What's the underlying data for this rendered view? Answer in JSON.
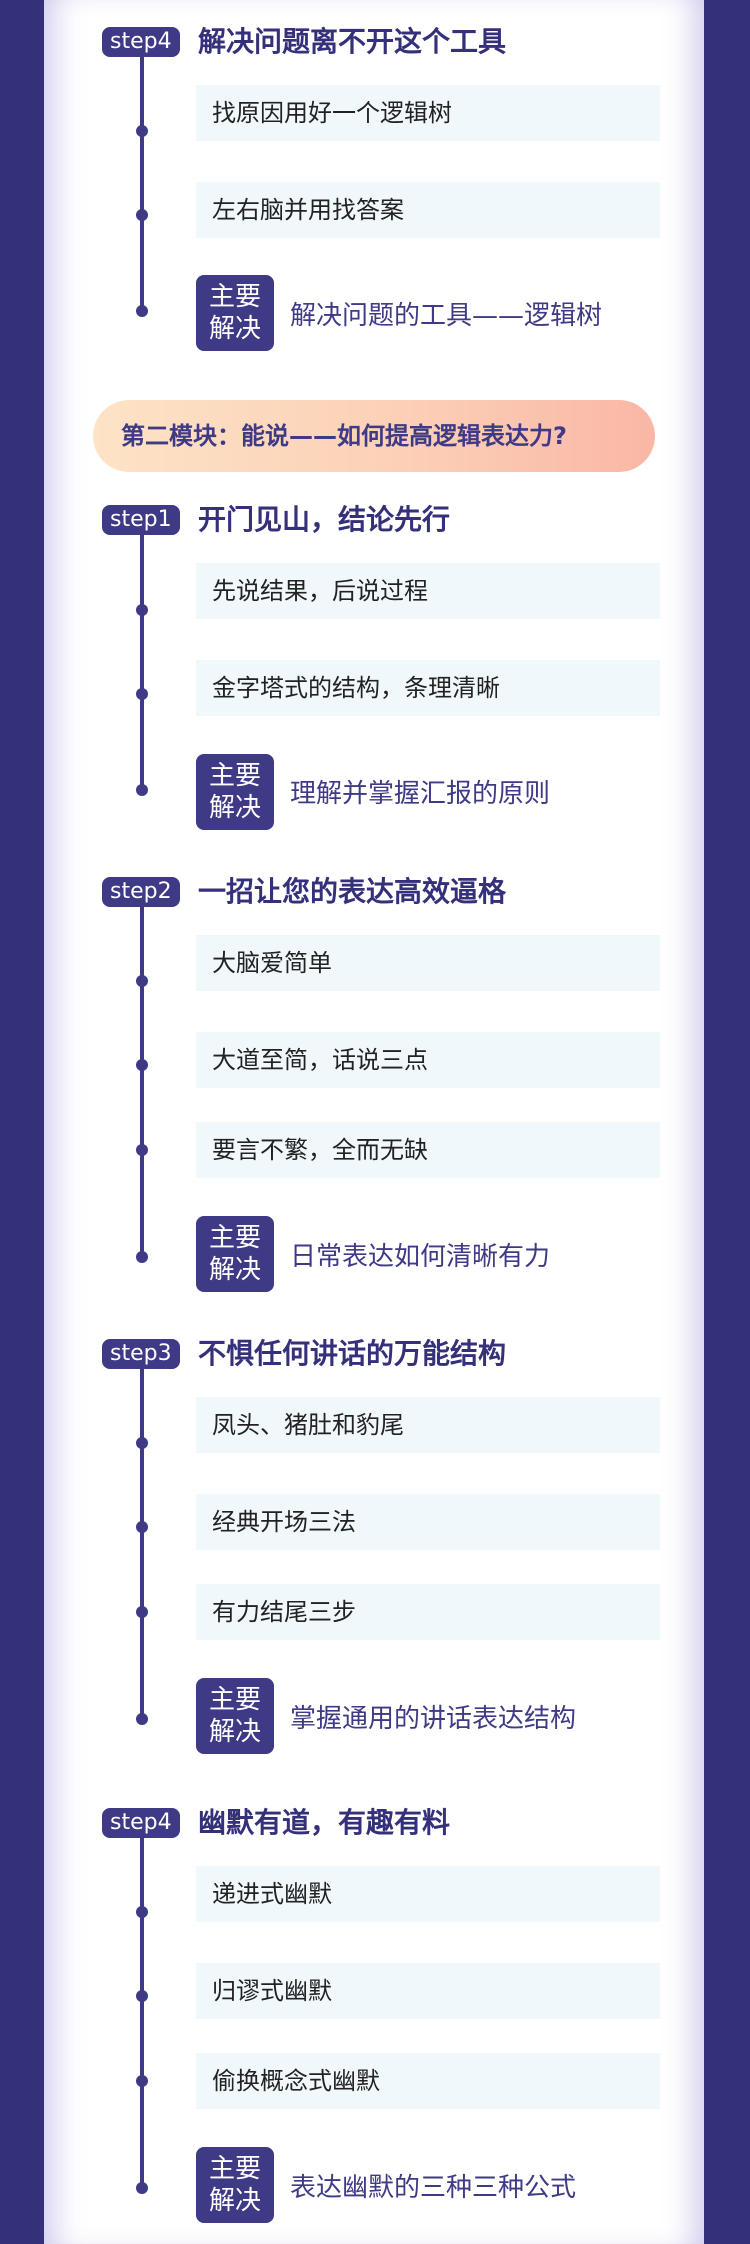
{
  "module2": {
    "title": "第二模块：能说——如何提高逻辑表达力?"
  },
  "solve_label": {
    "line1": "主要",
    "line2": "解决"
  },
  "sections": [
    {
      "step": "step4",
      "title": "解决问题离不开这个工具",
      "items": [
        "找原因用好一个逻辑树",
        "左右脑并用找答案"
      ],
      "solve": "解决问题的工具——逻辑树"
    },
    {
      "step": "step1",
      "title": "开门见山，结论先行",
      "items": [
        "先说结果，后说过程",
        "金字塔式的结构，条理清晰"
      ],
      "solve": "理解并掌握汇报的原则"
    },
    {
      "step": "step2",
      "title": "一招让您的表达高效逼格",
      "items": [
        "大脑爱简单",
        "大道至简，话说三点",
        "要言不繁，全而无缺"
      ],
      "solve": "日常表达如何清晰有力"
    },
    {
      "step": "step3",
      "title": "不惧任何讲话的万能结构",
      "items": [
        "凤头、猪肚和豹尾",
        "经典开场三法",
        "有力结尾三步"
      ],
      "solve": "掌握通用的讲话表达结构"
    },
    {
      "step": "step4",
      "title": "幽默有道，有趣有料",
      "items": [
        "递进式幽默",
        "归谬式幽默",
        "偷换概念式幽默"
      ],
      "solve": "表达幽默的三种三种公式"
    }
  ]
}
